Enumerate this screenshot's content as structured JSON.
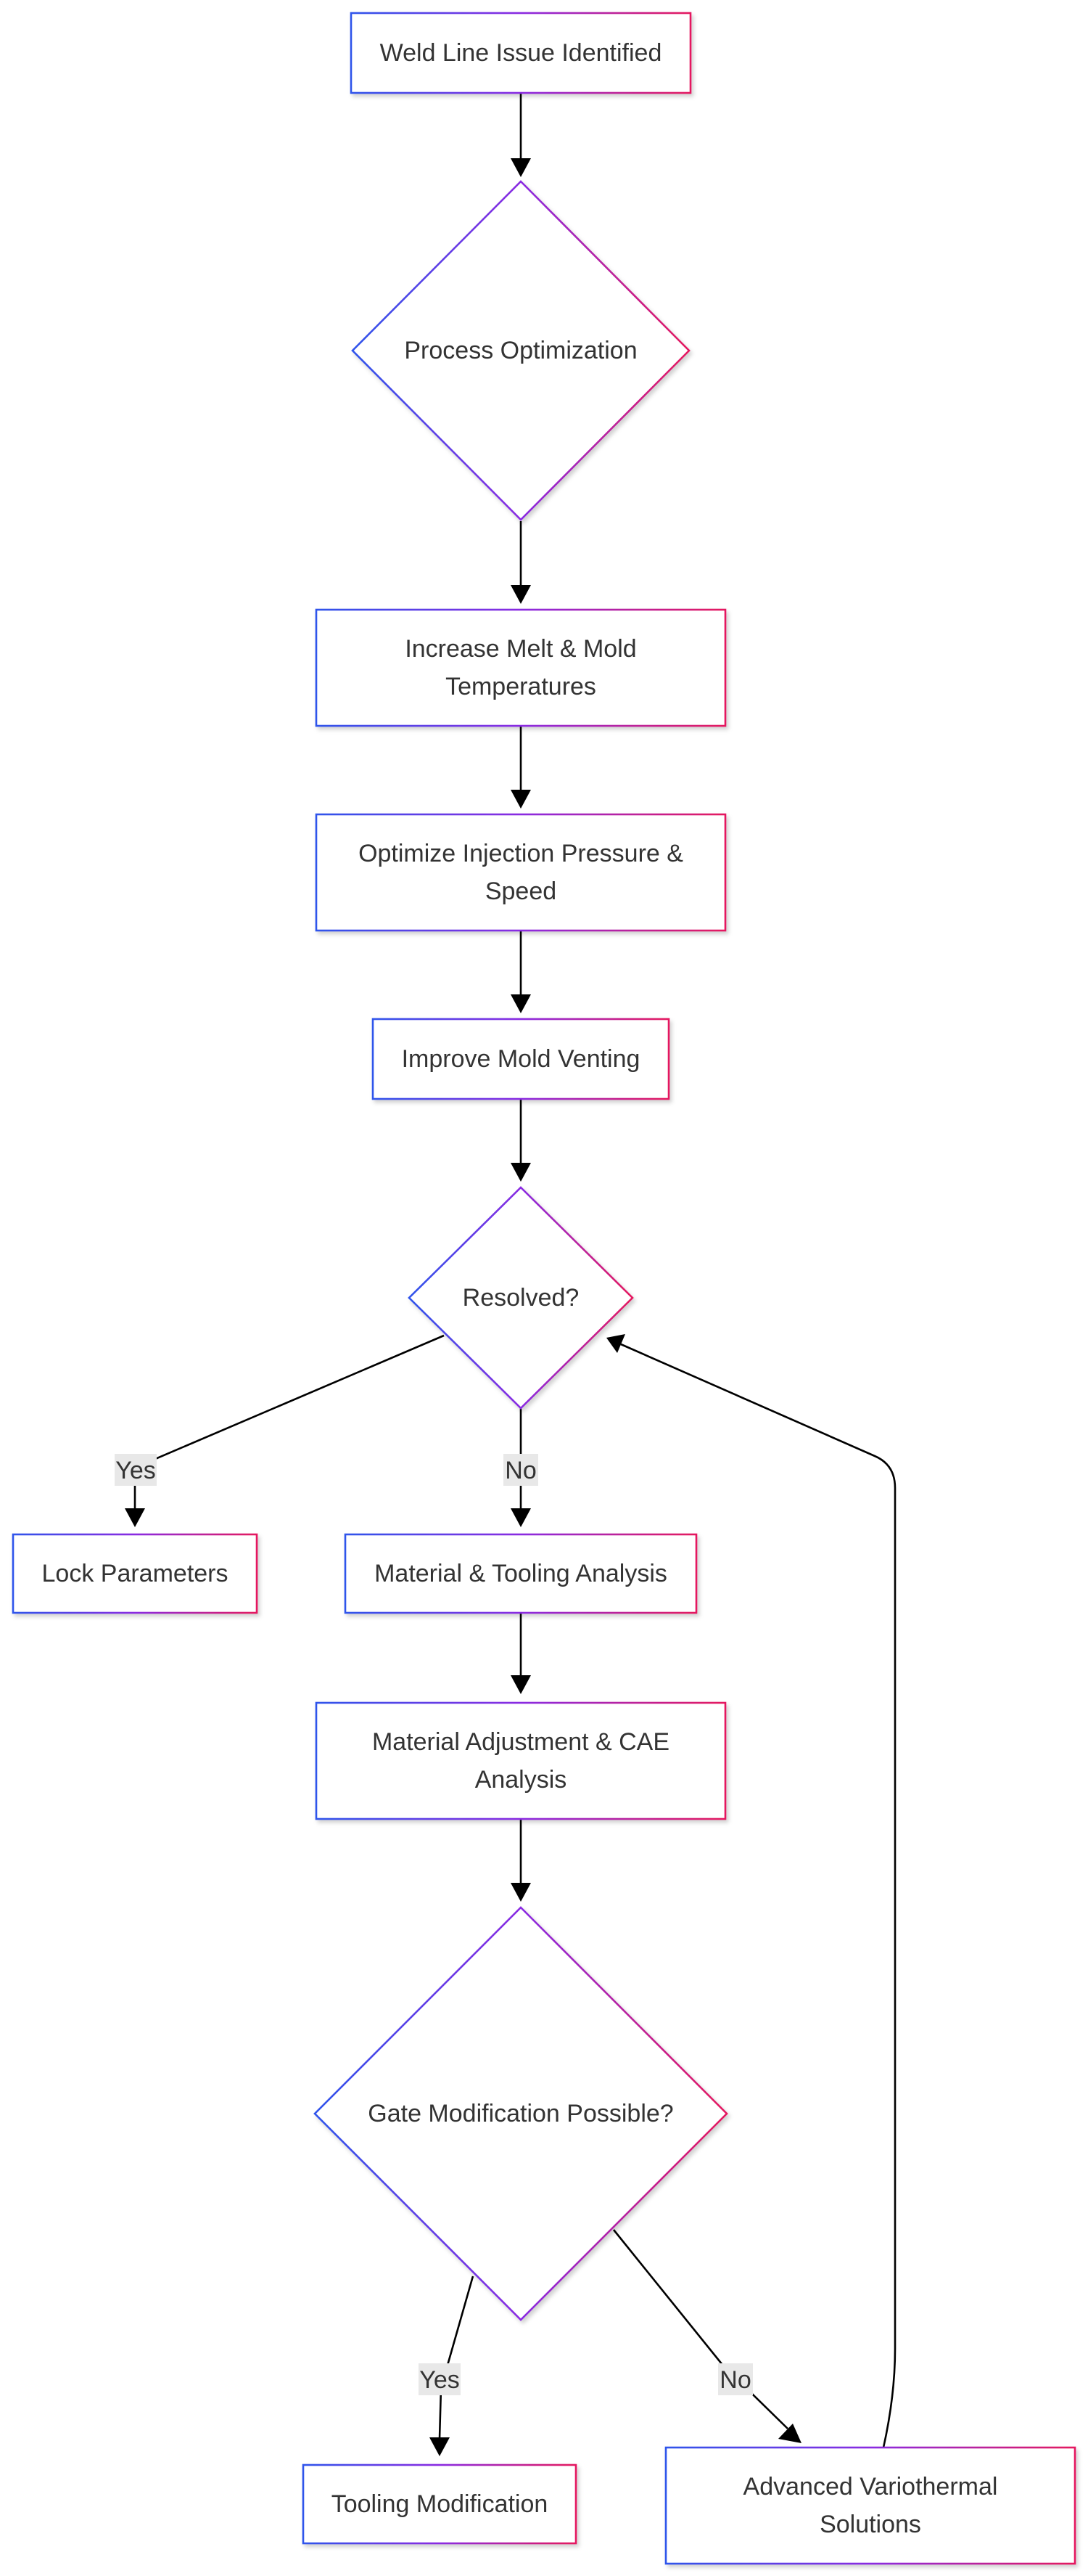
{
  "nodes": {
    "weld_line_issue": "Weld Line Issue Identified",
    "process_optimization": "Process Optimization",
    "increase_temps": [
      "Increase Melt & Mold",
      "Temperatures"
    ],
    "optimize_injection": [
      "Optimize Injection Pressure &",
      "Speed"
    ],
    "improve_venting": "Improve Mold Venting",
    "resolved": "Resolved?",
    "lock_parameters": "Lock Parameters",
    "material_tooling": "Material & Tooling Analysis",
    "material_cae": [
      "Material Adjustment & CAE",
      "Analysis"
    ],
    "gate_modification": "Gate Modification Possible?",
    "tooling_modification": "Tooling Modification",
    "advanced_variothermal": [
      "Advanced Variothermal",
      "Solutions"
    ]
  },
  "edge_labels": {
    "resolved_yes": "Yes",
    "resolved_no": "No",
    "gate_yes": "Yes",
    "gate_no": "No"
  },
  "colors": {
    "gradient_start": "#2f54eb",
    "gradient_mid": "#8a2be2",
    "gradient_end": "#e5195f",
    "edge": "#000000",
    "text": "#333333",
    "label_bg": "#e8e8e8"
  }
}
